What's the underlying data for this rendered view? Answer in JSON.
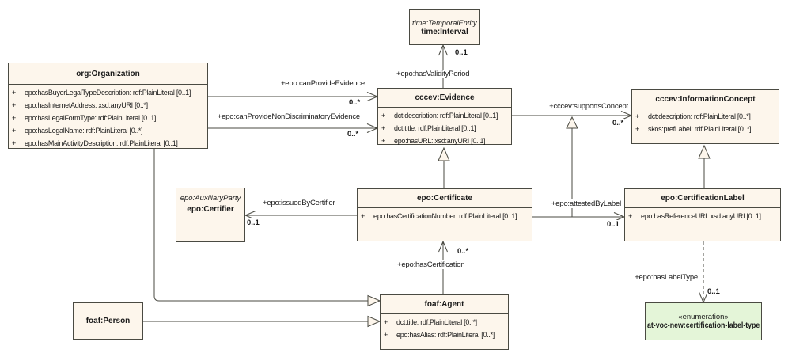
{
  "colors": {
    "box_fill": "#fdf6ec",
    "box_border": "#4a4a42",
    "enum_fill": "#e4f5d8",
    "line": "#4a4a42",
    "text": "#1a1a1a"
  },
  "classes": {
    "organization": {
      "name": "org:Organization",
      "attributes": [
        {
          "vis": "+",
          "sig": "epo:hasBuyerLegalTypeDescription: rdf:PlainLiteral [0..1]"
        },
        {
          "vis": "+",
          "sig": "epo:hasInternetAddress: xsd:anyURI [0..*]"
        },
        {
          "vis": "+",
          "sig": "epo:hasLegalFormType: rdf:PlainLiteral [0..1]"
        },
        {
          "vis": "+",
          "sig": "epo:hasLegalName: rdf:PlainLiteral [0..*]"
        },
        {
          "vis": "+",
          "sig": "epo:hasMainActivityDescription: rdf:PlainLiteral [0..1]"
        }
      ]
    },
    "timeInterval": {
      "stereotype": "time:TemporalEntity",
      "name": "time:Interval"
    },
    "evidence": {
      "name": "cccev:Evidence",
      "attributes": [
        {
          "vis": "+",
          "sig": "dct:description: rdf:PlainLiteral [0..1]"
        },
        {
          "vis": "+",
          "sig": "dct:title: rdf:PlainLiteral [0..1]"
        },
        {
          "vis": "+",
          "sig": "epo:hasURL: xsd:anyURI [0..1]"
        }
      ]
    },
    "informationConcept": {
      "name": "cccev:InformationConcept",
      "attributes": [
        {
          "vis": "+",
          "sig": "dct:description: rdf:PlainLiteral [0..*]"
        },
        {
          "vis": "+",
          "sig": "skos:prefLabel: rdf:PlainLiteral [0..*]"
        }
      ]
    },
    "certifier": {
      "stereotype": "epo:AuxiliaryParty",
      "name": "epo:Certifier"
    },
    "certificate": {
      "name": "epo:Certificate",
      "attributes": [
        {
          "vis": "+",
          "sig": "epo:hasCertificationNumber: rdf:PlainLiteral [0..1]"
        }
      ]
    },
    "certificationLabel": {
      "name": "epo:CertificationLabel",
      "attributes": [
        {
          "vis": "+",
          "sig": "epo:hasReferenceURI: xsd:anyURI [0..1]"
        }
      ]
    },
    "agent": {
      "name": "foaf:Agent",
      "attributes": [
        {
          "vis": "+",
          "sig": "dct:title: rdf:PlainLiteral [0..*]"
        },
        {
          "vis": "+",
          "sig": "epo:hasAlias: rdf:PlainLiteral [0..*]"
        }
      ]
    },
    "person": {
      "name": "foaf:Person"
    },
    "certificationLabelType": {
      "stereotype": "«enumeration»",
      "name": "at-voc-new:certification-label-type"
    }
  },
  "edges": {
    "canProvideEvidence": {
      "label": "+epo:canProvideEvidence",
      "mult": "0..*"
    },
    "canProvideNonDiscriminatoryEvidence": {
      "label": "+epo:canProvideNonDiscriminatoryEvidence",
      "mult": "0..*"
    },
    "hasValidityPeriod": {
      "label": "+epo:hasValidityPeriod",
      "mult": "0..1"
    },
    "supportsConcept": {
      "label": "+cccev:supportsConcept",
      "mult": "0..*"
    },
    "issuedByCertifier": {
      "label": "+epo:issuedByCertifier",
      "mult": "0..1"
    },
    "attestedByLabel": {
      "label": "+epo:attestedByLabel",
      "mult": "0..1"
    },
    "hasCertification": {
      "label": "+epo:hasCertification",
      "mult": "0..*"
    },
    "hasLabelType": {
      "label": "+epo:hasLabelType",
      "mult": "0..1"
    }
  }
}
